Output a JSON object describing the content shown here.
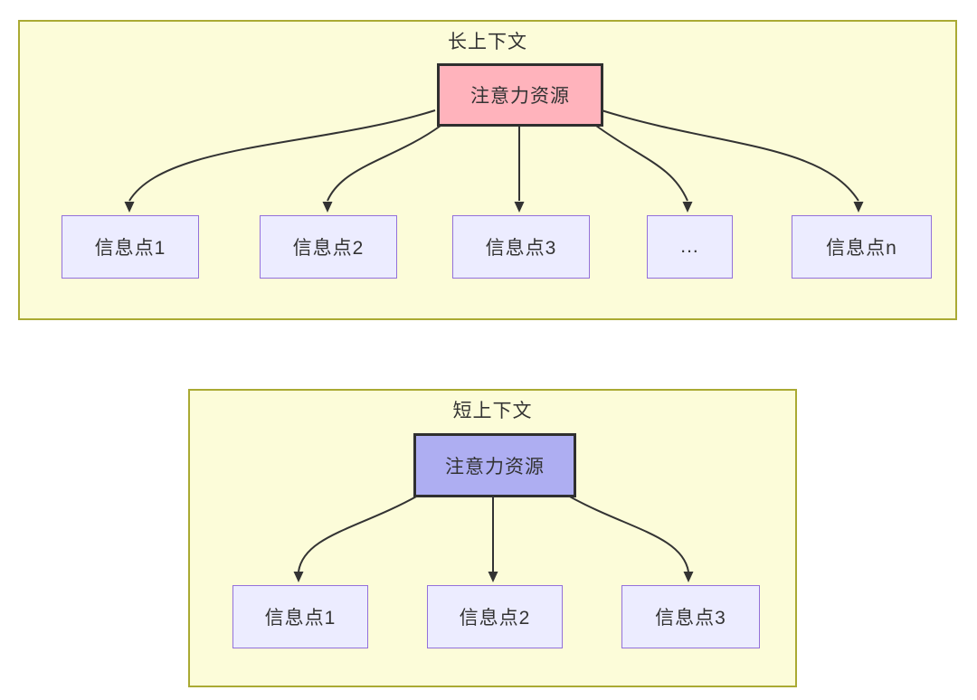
{
  "colors": {
    "panel_bg": "#fcfcd9",
    "panel_border": "#aaaa33",
    "root_long_bg": "#ffb3bc",
    "root_short_bg": "#aeaef2",
    "leaf_bg": "#ececff",
    "leaf_border": "#9370db",
    "node_dark_border": "#2f2f2f",
    "arrow": "#333333",
    "text": "#333333"
  },
  "long_context": {
    "title": "长上下文",
    "root_label": "注意力资源",
    "children": [
      {
        "label": "信息点1"
      },
      {
        "label": "信息点2"
      },
      {
        "label": "信息点3"
      },
      {
        "label": "..."
      },
      {
        "label": "信息点n"
      }
    ]
  },
  "short_context": {
    "title": "短上下文",
    "root_label": "注意力资源",
    "children": [
      {
        "label": "信息点1"
      },
      {
        "label": "信息点2"
      },
      {
        "label": "信息点3"
      }
    ]
  }
}
